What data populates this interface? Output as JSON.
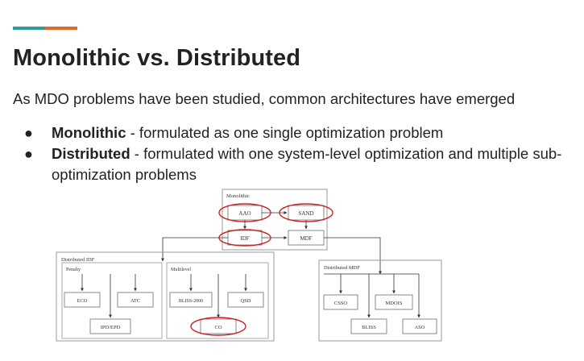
{
  "slide": {
    "title": "Monolithic vs. Distributed",
    "subtitle": "As MDO problems have been studied, common architectures have emerged",
    "bullets": [
      {
        "term": "Monolithic",
        "text": " - formulated as one single optimization problem"
      },
      {
        "term": "Distributed",
        "text": " - formulated with one system-level optimization and multiple sub-optimization problems"
      }
    ]
  },
  "colors": {
    "teal": "#2a9d9a",
    "orange": "#e0662e",
    "highlight": "#cc2222"
  },
  "diagram": {
    "monolithic": {
      "label": "Monolithic",
      "aao": "AAO",
      "sand": "SAND",
      "idf": "IDF",
      "mdf": "MDF"
    },
    "distributed_idf": {
      "label": "Distributed IDF",
      "penalty": {
        "label": "Penalty",
        "eco": "ECO",
        "atc": "ATC",
        "ipd": "IPD/EPD"
      },
      "multilevel": {
        "label": "Multilevel",
        "bliss2000": "BLISS-2000",
        "qsd": "QSD",
        "co": "CO"
      }
    },
    "distributed_mdf": {
      "label": "Distributed MDF",
      "csso": "CSSO",
      "mdois": "MDOIS",
      "bliss": "BLISS",
      "aso": "ASO"
    }
  }
}
